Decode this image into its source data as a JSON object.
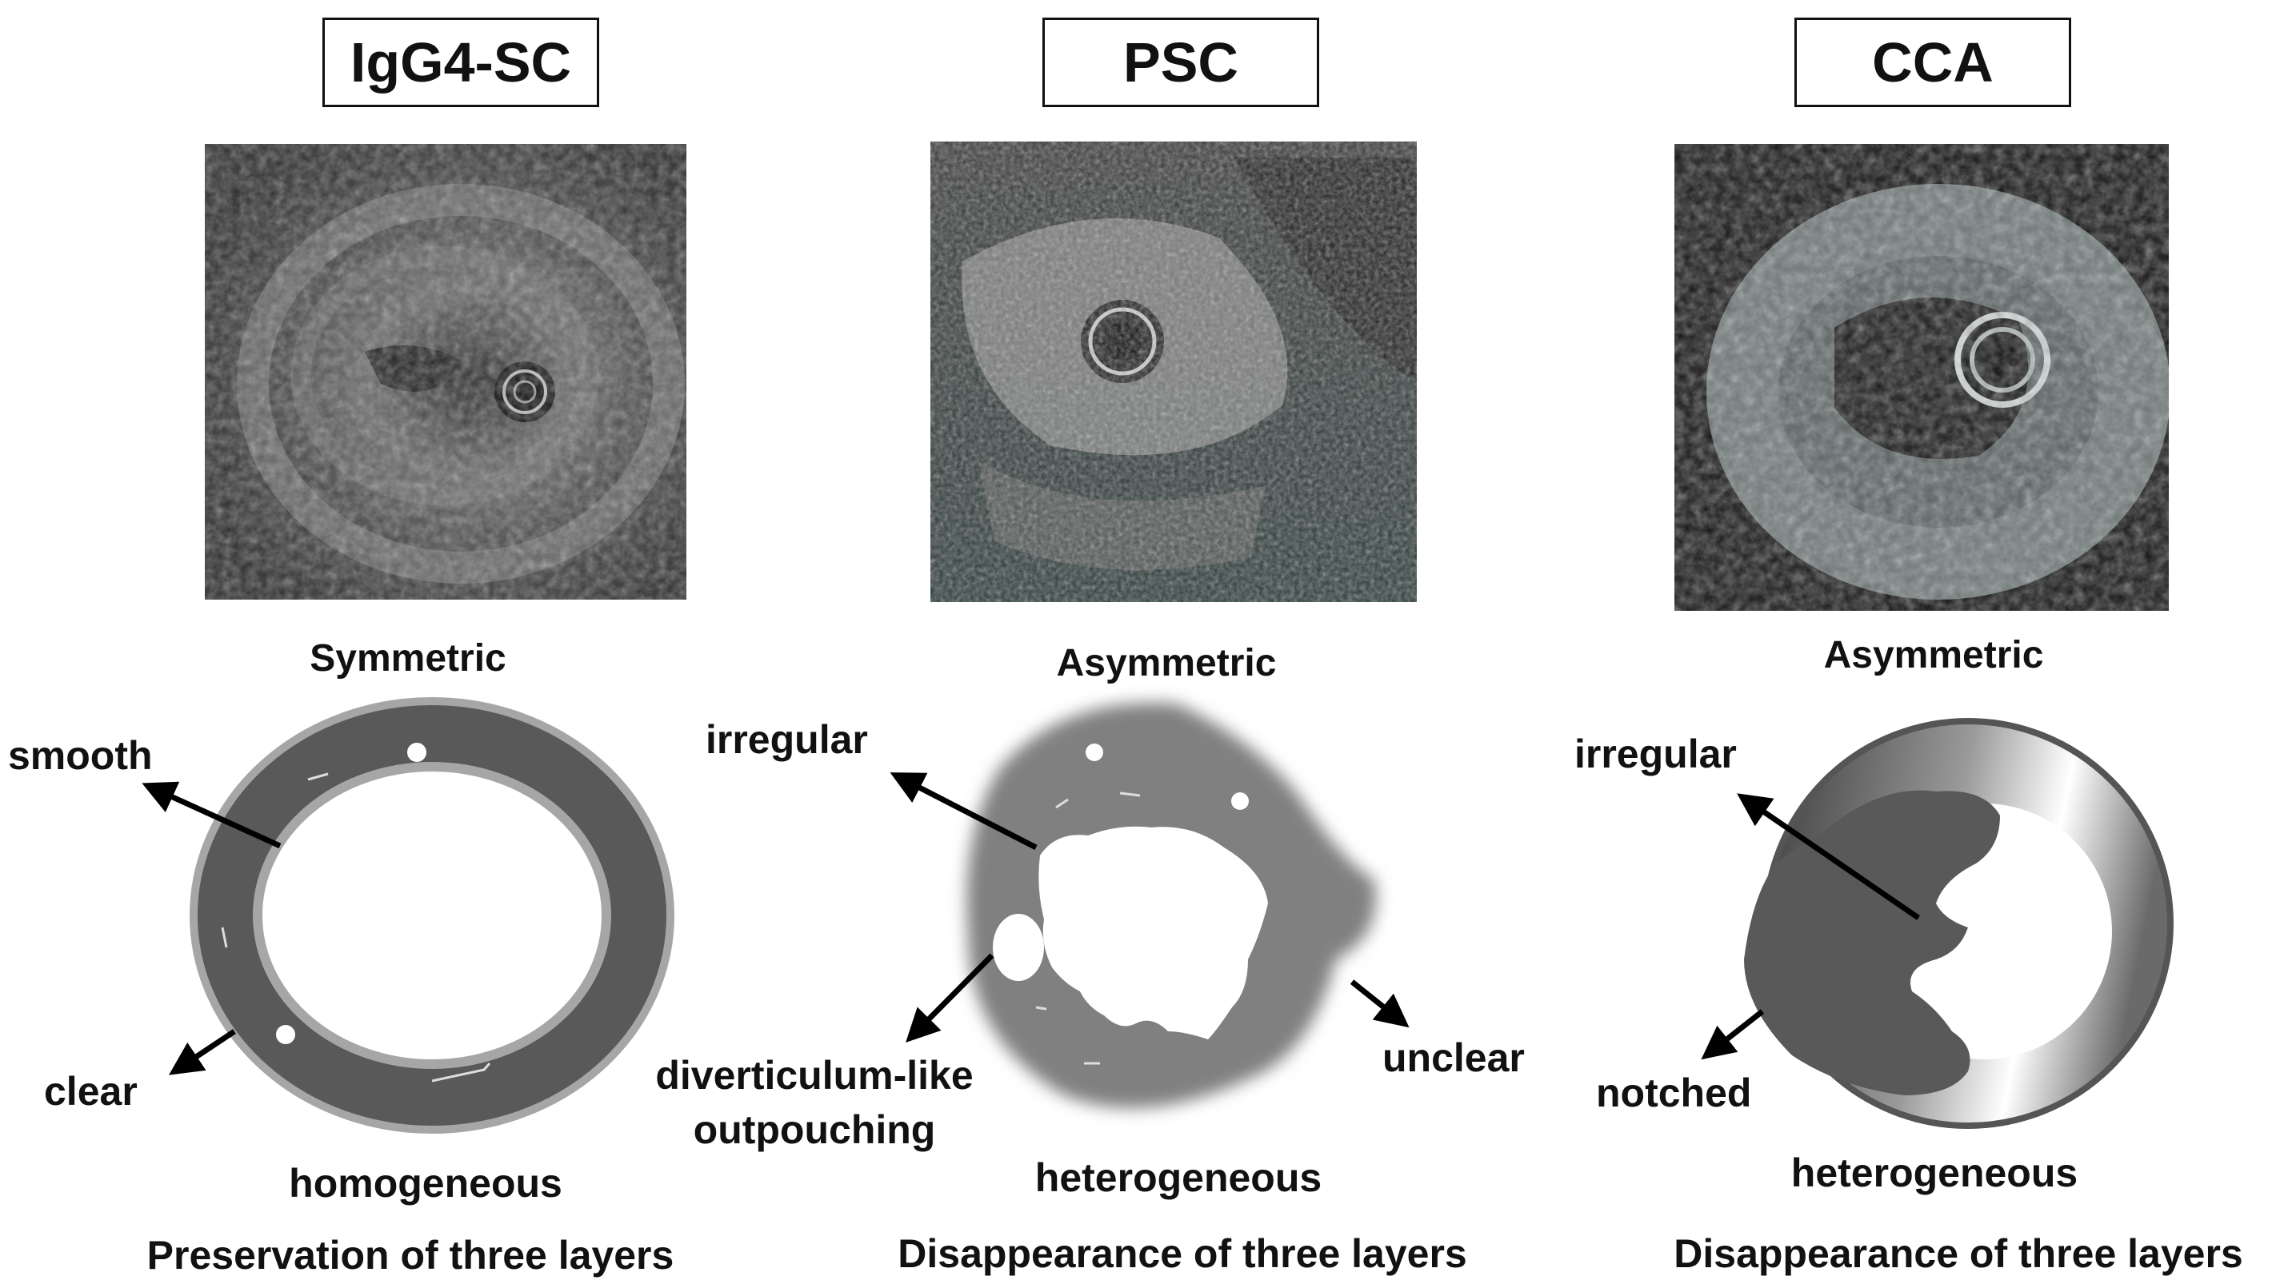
{
  "panels": [
    {
      "title": "IgG4-SC",
      "symmetry": "Symmetric",
      "labels": {
        "wall": "smooth",
        "margin": "clear",
        "echo": "homogeneous"
      },
      "footer": "Preservation of three layers"
    },
    {
      "title": "PSC",
      "symmetry": "Asymmetric",
      "labels": {
        "wall": "irregular",
        "outpouch_1": "diverticulum-like",
        "outpouch_2": "outpouching",
        "margin": "unclear",
        "echo": "heterogeneous"
      },
      "footer": "Disappearance of three layers"
    },
    {
      "title": "CCA",
      "symmetry": "Asymmetric",
      "labels": {
        "wall": "irregular",
        "margin": "notched",
        "echo": "heterogeneous"
      },
      "footer": "Disappearance of three layers"
    }
  ],
  "colors": {
    "igg4_wall": "#595959",
    "igg4_rim": "#a6a6a6",
    "psc_wall": "#808080",
    "cca_tumor": "#595959",
    "line": "#000000"
  }
}
